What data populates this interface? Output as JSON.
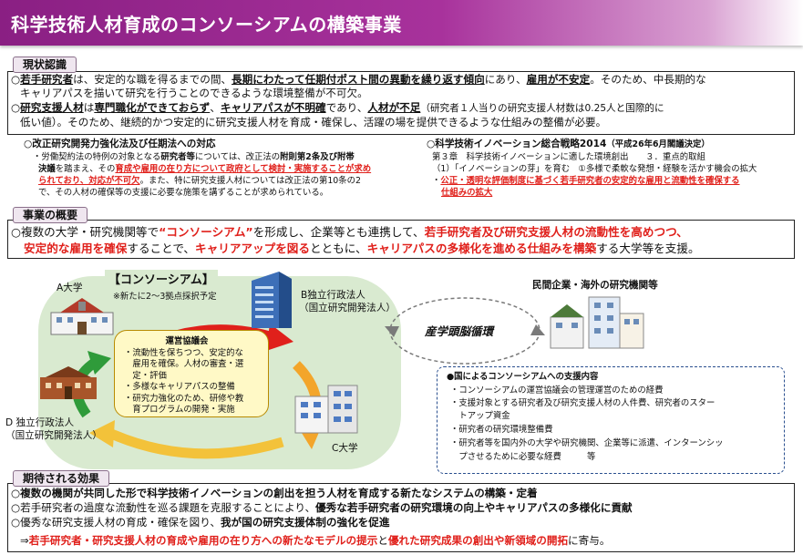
{
  "title": "科学技術人材育成のコンソーシアムの構築事業",
  "sections": {
    "current": "現状認識",
    "overview": "事業の概要",
    "effects": "期待される効果"
  },
  "current": {
    "l1": [
      "○",
      "若手研究者",
      "は、安定的な職を得るまでの間、",
      "長期にわたって任期付ポスト間の異動を繰り返す傾向",
      "にあり、",
      "雇用が不安定",
      "。そのため、中長期的な"
    ],
    "l2": "キャリアパスを描いて研究を行うことのできるような環境整備が不可欠。",
    "l3": [
      "○",
      "研究支援人材",
      "は",
      "専門職化ができておらず",
      "、",
      "キャリアパスが不明確",
      "であり、",
      "人材が不足",
      "（研究者１人当りの研究支援人材数は0.25人と国際的に"
    ],
    "l4": "低い値）。そのため、継続的かつ安定的に研究支援人材を育成・確保し、活躍の場を提供できるような仕組みの整備が必要。",
    "left_head": "○改正研究開発力強化法及び任期法への対応",
    "left1": [
      "・労働契約法の特例の対象となる",
      "研究者等",
      "については、改正法の",
      "附則第2条及び附帯"
    ],
    "left2": [
      "決議",
      "を踏まえ、その",
      "育成や雇用の在り方について政府として検討・実施することが求め"
    ],
    "left3": [
      "られており、対応が不可欠",
      "。また、特に研究支援人材については改正法の第10条の2"
    ],
    "left4": "で、その人材の確保等の支援に必要な施策を講ずることが求められている。",
    "right_head": [
      "○科学技術イノベーション総合戦略2014",
      "（平成26年6月閣議決定）"
    ],
    "right1": "第３章　科学技術イノベーションに適した環境創出　　３．重点的取組",
    "right2": "（1）「イノベーションの芽」を育む　①多様で柔軟な発想・経験を活かす機会の拡大",
    "right3": [
      "・",
      "公正・透明な評価制度に基づく若手研究者の安定的な雇用と流動性を確保する"
    ],
    "right4": "仕組みの拡大"
  },
  "overview": {
    "l1": [
      "○複数の大学・研究機関等で",
      "“コンソーシアム”",
      "を形成し、企業等とも連携して、",
      "若手研究者及び研究支援人材の流動性を高めつつ、"
    ],
    "l2": [
      "安定的な雇用を確保",
      "することで、",
      "キャリアアップを図る",
      "とともに、",
      "キャリアパスの多様化を進める仕組みを構築",
      "する大学等を支援。"
    ]
  },
  "diagram": {
    "consortium": "【コンソーシアム】",
    "note": "※新たに2～3拠点採択予定",
    "a": "A大学",
    "b1": "B独立行政法人",
    "b2": "（国立研究開発法人）",
    "c": "C大学",
    "d1": "D 独立行政法人",
    "d2": "（国立研究開発法人）",
    "council_title": "運営協議会",
    "council_items": [
      "・流動性を保ちつつ、安定的な",
      "　雇用を確保。人材の審査・選",
      "　定・評価",
      "・多様なキャリアパスの整備",
      "・研究力強化のため、研修や教",
      "　育プログラムの開発・実施"
    ],
    "industry": "民間企業・海外の研究機関等",
    "circulation": "産学頭脳循環",
    "support_items": [
      "●国によるコンソーシアムへの支援内容",
      "・コンソーシアムの運営協議会の管理運営のための経費",
      "・支援対象とする研究者及び研究支援人材の人件費、研究者のスター",
      "　トアップ資金",
      "・研究者の研究環境整備費",
      "・研究者等を国内外の大学や研究機関、企業等に派遣、インターンシッ",
      "　プさせるために必要な経費　　　等"
    ]
  },
  "effects": {
    "l1": "○複数の機関が共同した形で科学技術イノベーションの創出を担う人材を育成する新たなシステムの構築・定着",
    "l2": [
      "○若手研究者の過度な流動性を巡る課題を克服することにより、",
      "優秀な若手研究者の研究環境の向上やキャリアパスの多様化に貢献"
    ],
    "l3": [
      "○優秀な研究支援人材の育成・確保を図り、",
      "我が国の研究支援体制の強化を促進"
    ],
    "l4": [
      "⇒",
      "若手研究者・研究支援人材の育成や雇用の在り方への新たなモデルの提示",
      "と",
      "優れた研究成果の創出や新領域の開拓",
      "に寄与。"
    ]
  },
  "colors": {
    "accent": "#8a1f83",
    "emphasis": "#e0201b",
    "consortium_bg": "#d9ead0"
  }
}
